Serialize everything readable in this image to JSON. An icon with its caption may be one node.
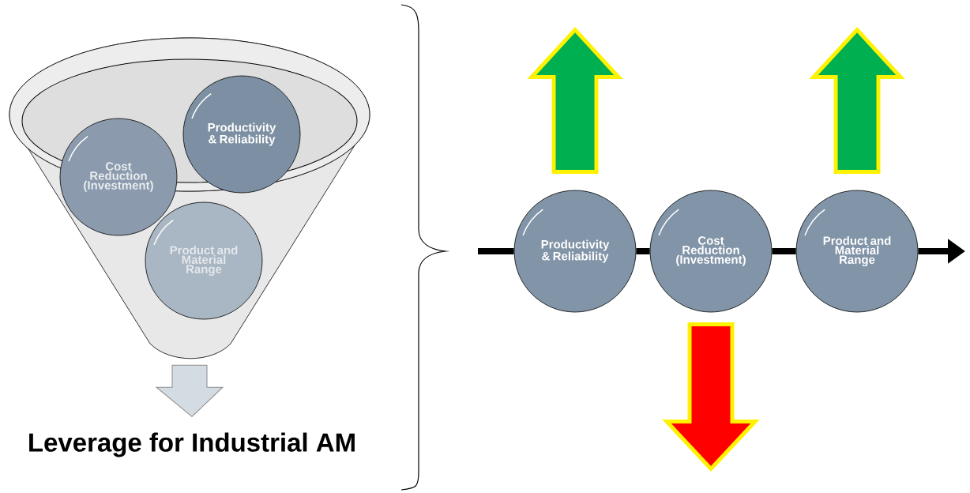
{
  "diagram": {
    "nodes": [
      {
        "text": [],
        "shape": "funnel"
      },
      {
        "text": [
          "Cost Reduction (Investment)"
        ],
        "in": 0
      },
      {
        "text": [
          "Productivity & Reliability"
        ],
        "in": 0
      },
      {
        "text": [
          "Product and Material Range"
        ],
        "in": 0
      },
      {
        "text": [
          "Leverage for Industrial AM"
        ]
      },
      {
        "text": [
          "Productivity & Reliability"
        ]
      },
      {
        "text": [
          "Cost Reduction (Investment)"
        ]
      },
      {
        "text": [
          "Product and Material Range"
        ]
      }
    ],
    "edges": [
      {
        "from": 0,
        "to": 4,
        "arrow": "to",
        "color": "#d3dbe3"
      },
      {
        "from": null,
        "to": 5,
        "arrow": "none"
      },
      {
        "from": 5,
        "to": 6,
        "arrow": "none"
      },
      {
        "from": 6,
        "to": 7,
        "arrow": "none"
      },
      {
        "from": 7,
        "to": null,
        "arrow": "to"
      },
      {
        "from": 5,
        "to": null,
        "arrow": "to",
        "color": "#00b050"
      },
      {
        "from": 7,
        "to": null,
        "arrow": "to",
        "color": "#00b050"
      },
      {
        "from": 6,
        "to": null,
        "arrow": "to",
        "color": "#ff0000"
      }
    ]
  }
}
